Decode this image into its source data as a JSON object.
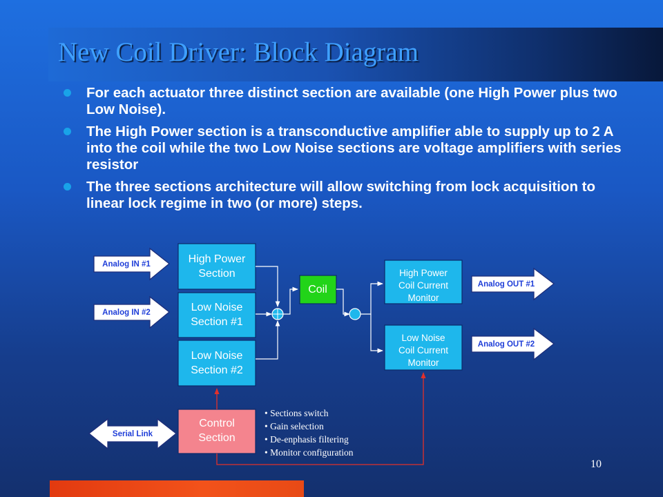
{
  "title": "New Coil Driver: Block Diagram",
  "bullets": [
    "For each actuator three distinct section are available (one High Power plus two Low Noise).",
    "The High Power section is a transconductive amplifier able to supply up to 2 A into the coil while the two Low Noise sections are voltage amplifiers with series resistor",
    "The three sections architecture will allow switching from lock acquisition to linear lock regime in two (or more) steps."
  ],
  "diagram": {
    "inputs": [
      "Analog IN #1",
      "Analog IN #2"
    ],
    "sections": {
      "high_power": [
        "High Power",
        "Section"
      ],
      "low_noise_1": [
        "Low Noise",
        "Section #1"
      ],
      "low_noise_2": [
        "Low Noise",
        "Section #2"
      ]
    },
    "coil": "Coil",
    "monitors": {
      "high_power": [
        "High Power",
        "Coil Current",
        "Monitor"
      ],
      "low_noise": [
        "Low Noise",
        "Coil Current",
        "Monitor"
      ]
    },
    "outputs": [
      "Analog OUT #1",
      "Analog OUT #2"
    ],
    "control": [
      "Control",
      "Section"
    ],
    "serial_link": "Serial Link",
    "control_functions": [
      "Sections switch",
      "Gain selection",
      "De-enphasis filtering",
      "Monitor configuration"
    ]
  },
  "page_number": "10",
  "colors": {
    "background": "#1A58C4",
    "title": "#3FA0FF",
    "block": "#1EB7EC",
    "coil": "#22D419",
    "control": "#F4848E",
    "bottom_bar": "#F2521A",
    "signal_line": "#FFFFFF",
    "control_line": "#E2302A"
  }
}
